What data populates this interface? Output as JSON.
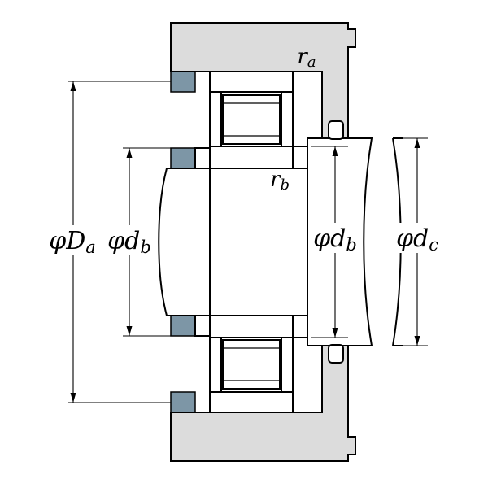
{
  "colors": {
    "housing_fill": "#dcdcdc",
    "seat_fill": "#7d96a6",
    "line_color": "#000000",
    "background": "#ffffff"
  },
  "labels": {
    "housing_abutment_diameter": {
      "main": "φD",
      "sub": "a"
    },
    "shaft_abutment_diameter_left": {
      "main": "φd",
      "sub": "b"
    },
    "shaft_abutment_diameter_right": {
      "main": "φd",
      "sub": "b"
    },
    "shaft_shoulder_diameter": {
      "main": "φd",
      "sub": "c"
    },
    "housing_fillet_radius": {
      "main": "r",
      "sub": "a"
    },
    "shaft_fillet_radius": {
      "main": "r",
      "sub": "b"
    }
  }
}
